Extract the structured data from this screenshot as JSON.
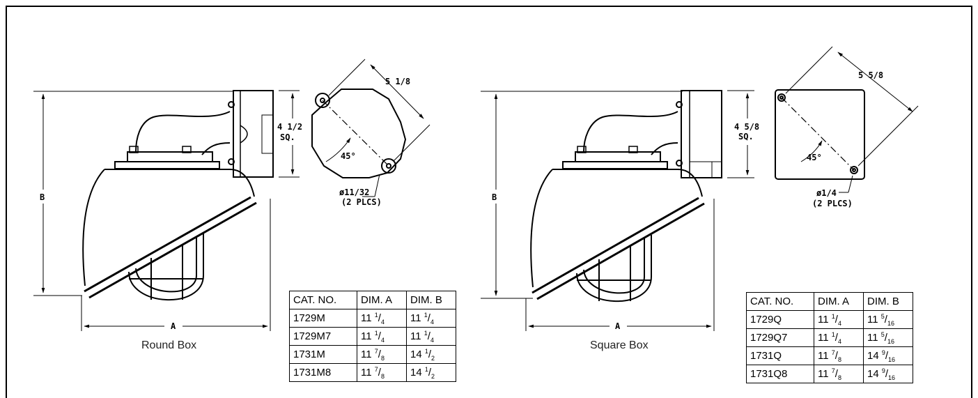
{
  "left": {
    "caption": "Round Box",
    "dims": {
      "width": "5 1/8",
      "box_size": "4 1/2",
      "box_size_sub": "SQ.",
      "angle": "45°",
      "hole": "ø11/32",
      "hole_count": "(2 PLCS)",
      "a": "A",
      "b": "B"
    },
    "table": {
      "headers": [
        "CAT. NO.",
        "DIM. A",
        "DIM. B"
      ],
      "rows": [
        {
          "cat": "1729M",
          "a_whole": "11",
          "a_num": "1",
          "a_den": "4",
          "b_whole": "11",
          "b_num": "1",
          "b_den": "4"
        },
        {
          "cat": "1729M7",
          "a_whole": "11",
          "a_num": "1",
          "a_den": "4",
          "b_whole": "11",
          "b_num": "1",
          "b_den": "4"
        },
        {
          "cat": "1731M",
          "a_whole": "11",
          "a_num": "7",
          "a_den": "8",
          "b_whole": "14",
          "b_num": "1",
          "b_den": "2"
        },
        {
          "cat": "1731M8",
          "a_whole": "11",
          "a_num": "7",
          "a_den": "8",
          "b_whole": "14",
          "b_num": "1",
          "b_den": "2"
        }
      ]
    }
  },
  "right": {
    "caption": "Square Box",
    "dims": {
      "width": "5 5/8",
      "box_size": "4 5/8",
      "box_size_sub": "SQ.",
      "angle": "45°",
      "hole": "ø1/4",
      "hole_count": "(2 PLCS)",
      "a": "A",
      "b": "B"
    },
    "table": {
      "headers": [
        "CAT. NO.",
        "DIM. A",
        "DIM. B"
      ],
      "rows": [
        {
          "cat": "1729Q",
          "a_whole": "11",
          "a_num": "1",
          "a_den": "4",
          "b_whole": "11",
          "b_num": "5",
          "b_den": "16"
        },
        {
          "cat": "1729Q7",
          "a_whole": "11",
          "a_num": "1",
          "a_den": "4",
          "b_whole": "11",
          "b_num": "5",
          "b_den": "16"
        },
        {
          "cat": "1731Q",
          "a_whole": "11",
          "a_num": "7",
          "a_den": "8",
          "b_whole": "14",
          "b_num": "9",
          "b_den": "16"
        },
        {
          "cat": "1731Q8",
          "a_whole": "11",
          "a_num": "7",
          "a_den": "8",
          "b_whole": "14",
          "b_num": "9",
          "b_den": "16"
        }
      ]
    }
  }
}
